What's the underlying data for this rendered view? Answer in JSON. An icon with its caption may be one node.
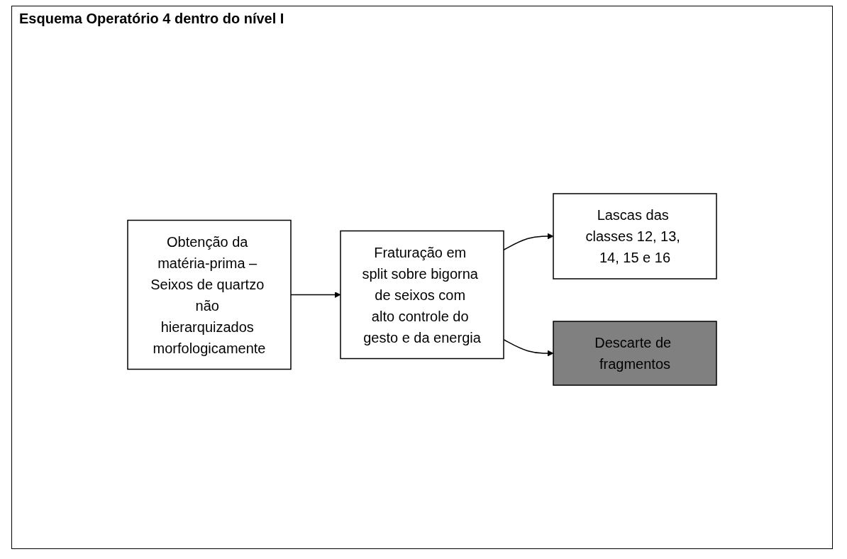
{
  "diagram": {
    "title": "Esquema Operatório 4 dentro do nível I",
    "nodes": [
      {
        "text": [
          "Obtenção da matéria-prima – Seixos de quartzo não hierarquizados morfologicamente"
        ]
      },
      {
        "text": [
          "Fraturação em split sobre bigorna de seixos com alto controle do gesto e da energia"
        ]
      },
      {
        "text": [
          "Lascas das classes 12, 13, 14, 15 e 16"
        ]
      },
      {
        "text": [
          "Descarte de fragmentos"
        ]
      }
    ],
    "edges": [
      {
        "from": 0,
        "to": 1,
        "arrow": "to"
      },
      {
        "from": 1,
        "to": 2,
        "arrow": "to"
      },
      {
        "from": 1,
        "to": 3,
        "arrow": "to"
      }
    ]
  }
}
